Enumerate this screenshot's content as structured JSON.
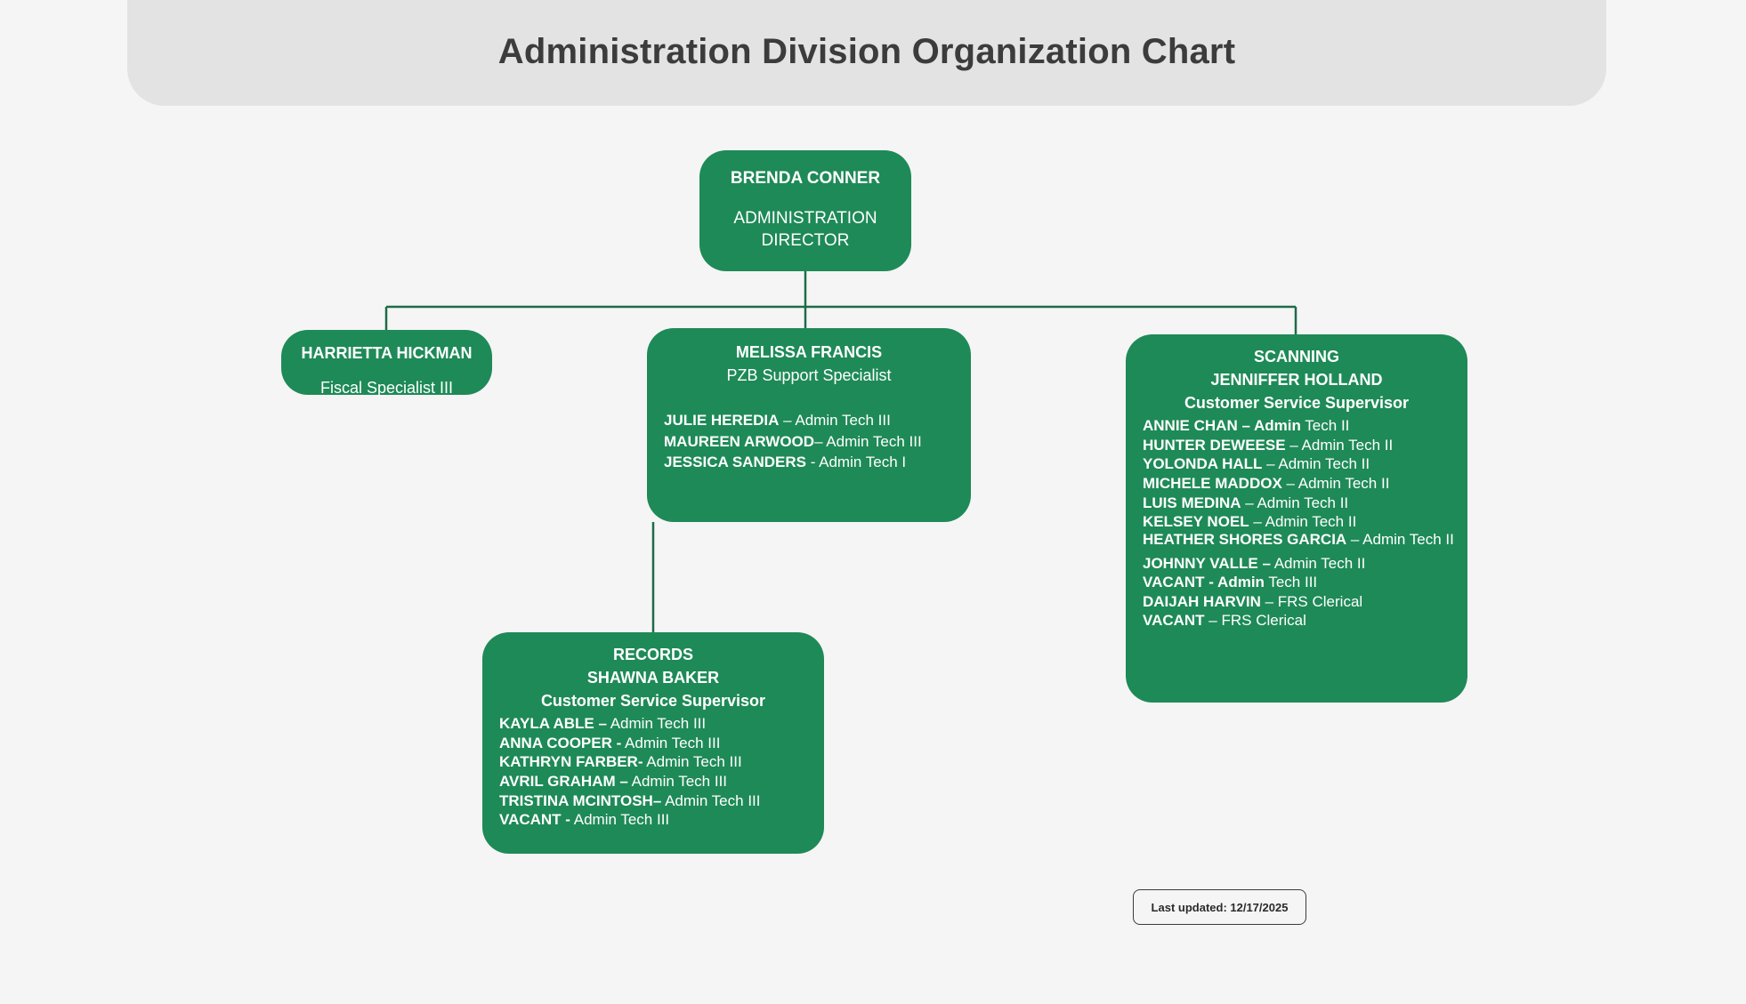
{
  "header": {
    "title": "Administration Division Organization Chart"
  },
  "footer": {
    "last_updated_label": "Last updated: 12/17/2025"
  },
  "colors": {
    "node_green": "#1e8a57",
    "page_background": "#f5f5f5",
    "header_background": "#e3e3e3",
    "title_text": "#3c3c3c",
    "connector_line": "#1e6b48",
    "node_text": "#ffffff"
  },
  "chart_data": {
    "type": "diagram",
    "diagram_kind": "organization-chart",
    "title": "Administration Division Organization Chart",
    "nodes": [
      {
        "id": "root",
        "name": "BRENDA CONNER",
        "role": "ADMINISTRATION DIRECTOR",
        "staff": []
      },
      {
        "id": "fiscal",
        "name": "HARRIETTA HICKMAN",
        "role": "Fiscal Specialist III",
        "staff": []
      },
      {
        "id": "pzb",
        "name": "MELISSA FRANCIS",
        "role": "PZB Support Specialist",
        "staff": [
          {
            "name": "JULIE HEREDIA",
            "title": " – Admin Tech III"
          },
          {
            "name": "MAUREEN ARWOOD",
            "title": "– Admin Tech III"
          },
          {
            "name": "JESSICA SANDERS",
            "title": " -  Admin Tech I"
          }
        ]
      },
      {
        "id": "scanning",
        "unit": "SCANNING",
        "name": "JENNIFFER HOLLAND",
        "role": "Customer Service Supervisor",
        "staff": [
          {
            "name": "ANNIE CHAN – Admin",
            "title": " Tech II"
          },
          {
            "name": "HUNTER DEWEESE",
            "title": " – Admin Tech II"
          },
          {
            "name": "YOLONDA HALL",
            "title": " – Admin Tech II"
          },
          {
            "name": "MICHELE MADDOX",
            "title": " – Admin Tech II"
          },
          {
            "name": "LUIS MEDINA",
            "title": " – Admin Tech II"
          },
          {
            "name": "KELSEY NOEL",
            "title": " – Admin Tech II"
          },
          {
            "name": "HEATHER SHORES GARCIA",
            "title": " – Admin Tech II"
          },
          {
            "name": "JOHNNY VALLE –",
            "title": " Admin Tech II"
          },
          {
            "name": "VACANT - Admin",
            "title": " Tech III"
          },
          {
            "name": "DAIJAH HARVIN",
            "title": " – FRS Clerical"
          },
          {
            "name": "VACANT",
            "title": " – FRS Clerical"
          }
        ]
      },
      {
        "id": "records",
        "unit": "RECORDS",
        "name": "SHAWNA BAKER",
        "role": "Customer Service Supervisor",
        "staff": [
          {
            "name": "KAYLA ABLE –",
            "title": " Admin Tech III"
          },
          {
            "name": "ANNA COOPER -",
            "title": " Admin Tech III"
          },
          {
            "name": "KATHRYN FARBER-",
            "title": " Admin Tech III"
          },
          {
            "name": "AVRIL GRAHAM –",
            "title": " Admin Tech III"
          },
          {
            "name": "TRISTINA MCINTOSH–",
            "title": " Admin Tech III"
          },
          {
            "name": "VACANT -",
            "title": " Admin Tech III"
          }
        ]
      }
    ],
    "edges": [
      {
        "from": "root",
        "to": "fiscal"
      },
      {
        "from": "root",
        "to": "pzb"
      },
      {
        "from": "root",
        "to": "scanning"
      },
      {
        "from": "pzb",
        "to": "records"
      }
    ]
  }
}
